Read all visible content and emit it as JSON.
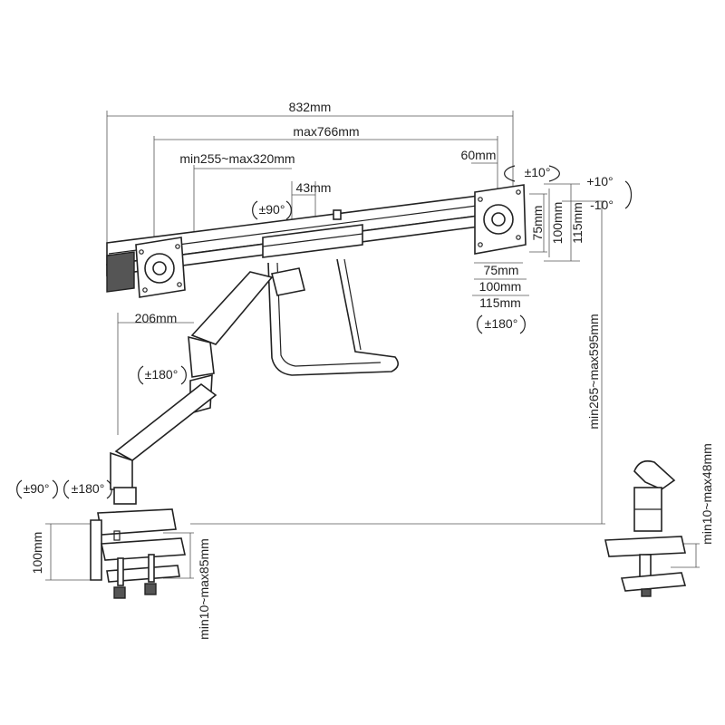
{
  "diagram": {
    "dimensions": {
      "total_width": "832mm",
      "max_span": "max766mm",
      "vesa_range": "min255~max320mm",
      "center_width": "43mm",
      "plate_width": "60mm",
      "arm_offset": "206mm",
      "vesa_h_75": "75mm",
      "vesa_h_100": "100mm",
      "vesa_h_115": "115mm",
      "vesa_v_75": "75mm",
      "vesa_v_100": "100mm",
      "vesa_v_115": "115mm",
      "height_range": "min265~max595mm",
      "clamp_height": "100mm",
      "clamp_range": "min10~max85mm",
      "grommet_range": "min10~max48mm"
    },
    "rotations": {
      "tilt_top": "±10°",
      "tilt_up": "+10°",
      "tilt_down": "-10°",
      "rotate_center": "±90°",
      "rotate_plate": "±180°",
      "swivel_elbow": "±180°",
      "swivel_base_90": "±90°",
      "swivel_base_180": "±180°"
    },
    "colors": {
      "line": "#222222",
      "background": "#ffffff"
    }
  }
}
